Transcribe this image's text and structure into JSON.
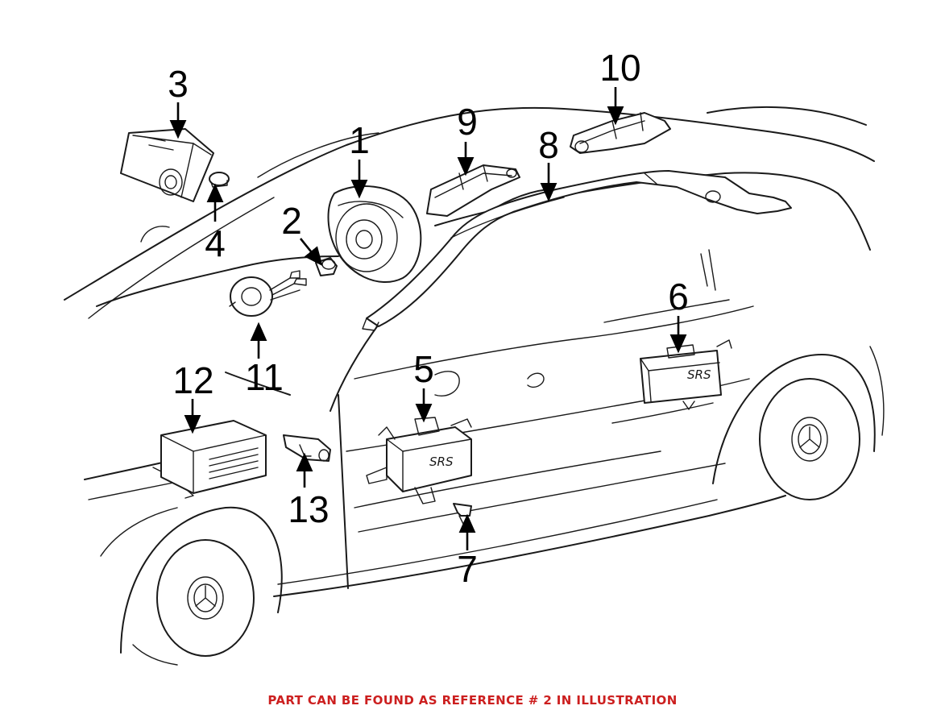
{
  "diagram": {
    "callouts": [
      "1",
      "2",
      "3",
      "4",
      "5",
      "6",
      "7",
      "8",
      "9",
      "10",
      "11",
      "12",
      "13"
    ],
    "part_labels": {
      "srs_front": "SRS",
      "srs_rear": "SRS"
    }
  },
  "footer": {
    "note": "PART CAN BE FOUND AS REFERENCE # 2 IN ILLUSTRATION",
    "note_color": "#cc1f1f"
  }
}
